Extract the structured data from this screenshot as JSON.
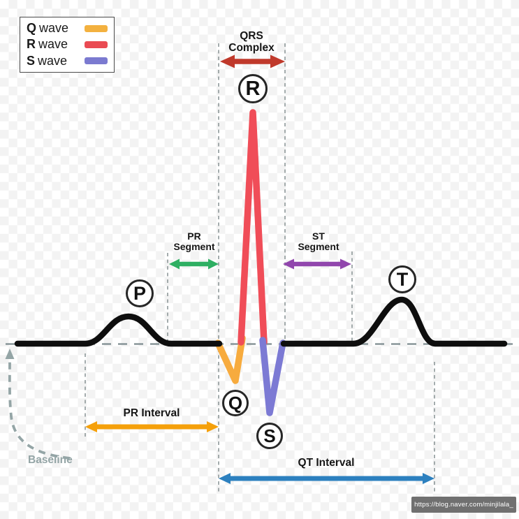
{
  "legend": {
    "items": [
      {
        "letter": "Q",
        "word": "wave",
        "color": "#F3B13F"
      },
      {
        "letter": "R",
        "word": "wave",
        "color": "#EA4B53"
      },
      {
        "letter": "S",
        "word": "wave",
        "color": "#7B7AD0"
      }
    ]
  },
  "waves": {
    "p_label": "P",
    "q_label": "Q",
    "r_label": "R",
    "s_label": "S",
    "t_label": "T",
    "colors": {
      "trace": "#0E0E0E",
      "q_wave": "#F7AB3E",
      "r_wave": "#F04D58",
      "s_wave": "#7C7AD4"
    }
  },
  "annotations": {
    "qrs_complex": {
      "line1": "QRS",
      "line2": "Complex",
      "arrow_color": "#C0392B"
    },
    "pr_segment": {
      "line1": "PR",
      "line2": "Segment",
      "arrow_color": "#2EAF62"
    },
    "st_segment": {
      "line1": "ST",
      "line2": "Segment",
      "arrow_color": "#9146AD"
    },
    "pr_interval": {
      "label": "PR Interval",
      "arrow_color": "#F5A00A"
    },
    "qt_interval": {
      "label": "QT Interval",
      "arrow_color": "#2C80BF"
    },
    "baseline": {
      "label": "Baseline",
      "color": "#94A5A6"
    }
  },
  "guides": {
    "h_dash_color": "#7D8C8F",
    "v_dash_color": "#8E9899"
  },
  "watermark": {
    "text": "https://blog.naver.com/minjilala_"
  }
}
